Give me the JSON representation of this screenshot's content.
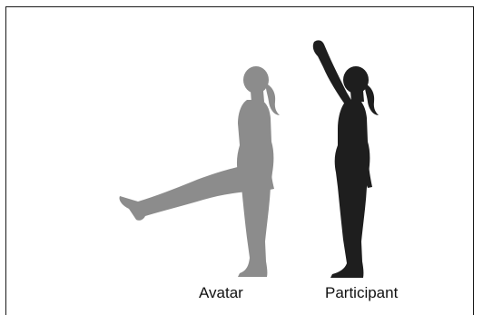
{
  "figure": {
    "labels": {
      "avatar": "Avatar",
      "participant": "Participant"
    },
    "colors": {
      "avatar": "#8c8c8c",
      "participant": "#1e1e1e",
      "frame": "#1a1a1a",
      "background": "#ffffff"
    },
    "icons": {
      "avatar": "avatar-leg-raise-silhouette",
      "participant": "participant-arm-raise-silhouette"
    }
  }
}
